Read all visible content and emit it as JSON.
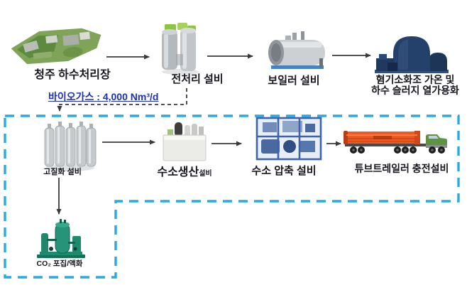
{
  "colors": {
    "dash_cyan": "#29ABE2",
    "line_dark": "#3A3A3A",
    "biogas_blue": "#1B2FC0",
    "label_dark": "#16161F",
    "digester_navy": "#24416B",
    "frame_blue": "#3D63AE",
    "tube_orange": "#F05A22",
    "cab_green": "#5E9440",
    "pretreat_green": "#8DC63F",
    "base_blue": "#4A7FC1",
    "co2_teal": "#27947A"
  },
  "nodes": {
    "plant": {
      "label": "청주 하수처리장"
    },
    "pretreatment": {
      "label": "전처리 설비"
    },
    "boiler": {
      "label": "보일러 설비"
    },
    "digester": {
      "label_line1": "혐기소화조 가온 및",
      "label_line2": "하수 슬러지 열가용화"
    },
    "upgrading": {
      "label": "고질화 설비"
    },
    "h2_production": {
      "label_main": "수소생산",
      "label_suffix": "설비"
    },
    "h2_compression": {
      "label": "수소 압축 설비"
    },
    "tube_trailer": {
      "label": "튜브트레일러 충전설비"
    },
    "co2_capture": {
      "label": "CO₂ 포집/액화"
    }
  },
  "annotations": {
    "biogas": "바이오가스 : 4,000 Nm³/d"
  },
  "connections": [
    {
      "from": "plant",
      "to": "pretreatment",
      "style": "solid-arrow"
    },
    {
      "from": "pretreatment",
      "to": "boiler",
      "style": "solid-arrow"
    },
    {
      "from": "boiler",
      "to": "digester",
      "style": "solid-arrow"
    },
    {
      "from": "pretreatment",
      "to": "upgrading",
      "style": "dashed-arrow",
      "note": "biogas feed"
    },
    {
      "from": "upgrading",
      "to": "h2_production",
      "style": "solid-arrow"
    },
    {
      "from": "h2_production",
      "to": "h2_compression",
      "style": "solid-arrow"
    },
    {
      "from": "h2_compression",
      "to": "tube_trailer",
      "style": "solid-arrow"
    },
    {
      "from": "upgrading",
      "to": "co2_capture",
      "style": "solid-arrow"
    }
  ]
}
